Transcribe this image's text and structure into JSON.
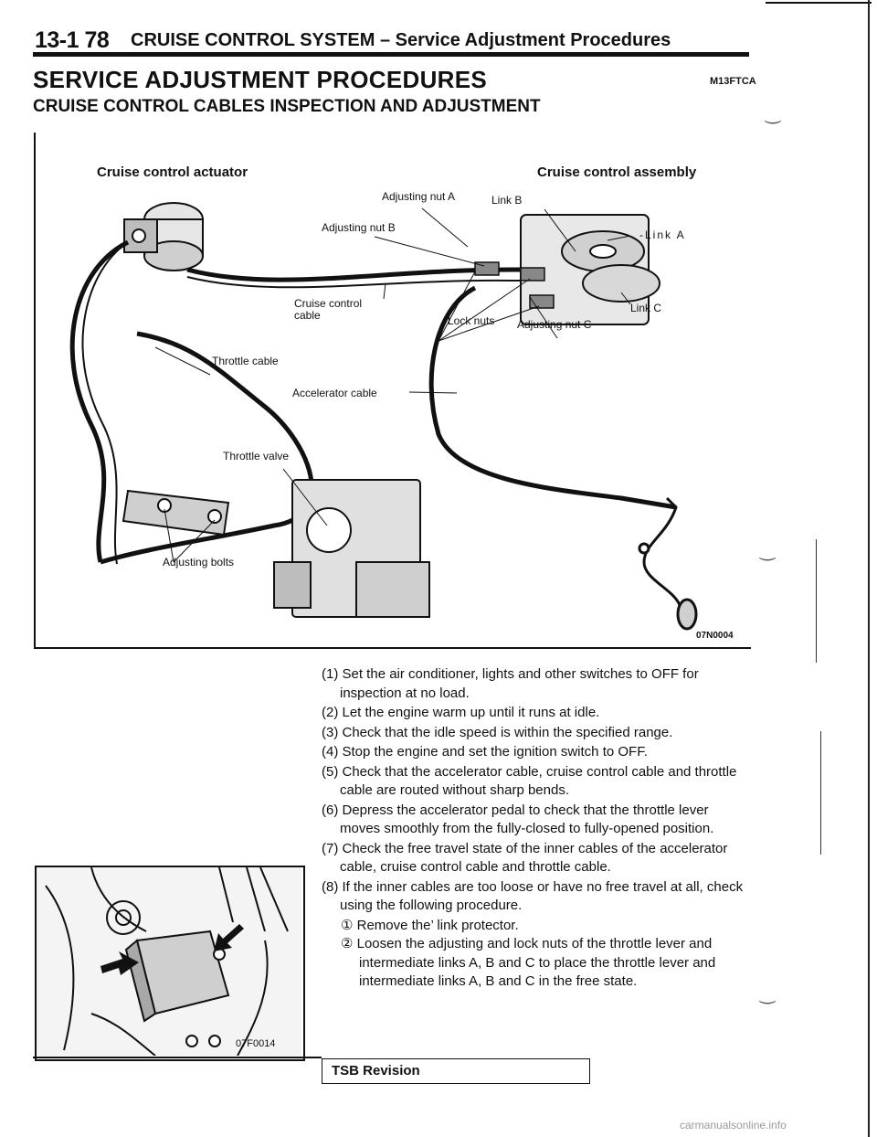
{
  "header": {
    "page_number": "13-1 78",
    "title": "CRUISE CONTROL SYSTEM – Service Adjustment Procedures"
  },
  "section": {
    "title": "SERVICE ADJUSTMENT PROCEDURES",
    "code": "M13FTCA",
    "subtitle": "CRUISE CONTROL CABLES INSPECTION AND ADJUSTMENT"
  },
  "figure": {
    "label_actuator": "Cruise control actuator",
    "label_assembly": "Cruise control assembly",
    "label_nut_a": "Adjusting nut A",
    "label_link_b": "Link B",
    "label_nut_b": "Adjusting nut B",
    "label_link_a": "-Link A",
    "label_cc_cable": "Cruise control\ncable",
    "label_link_c": "Link C",
    "label_lock_nuts": "Lock nuts",
    "label_nut_c": "Adjusting nut C",
    "label_throttle_cable": "Throttle cable",
    "label_accel_cable": "Accelerator cable",
    "label_throttle_valve": "Throttle valve",
    "label_adj_bolts": "Adjusting bolts",
    "code": "07N0004"
  },
  "photo": {
    "code": "07F0014"
  },
  "steps": [
    "(1) Set the air conditioner, lights and other switches to OFF for inspection at no load.",
    "(2) Let the engine warm up until it runs at idle.",
    "(3) Check that the idle speed is within the specified range.",
    "(4) Stop the engine and set the ignition switch to OFF.",
    "(5) Check that the accelerator cable, cruise control cable and throttle cable are routed without sharp bends.",
    "(6) Depress the accelerator pedal to check that the throttle lever moves smoothly from the fully-closed to fully-opened position.",
    "(7) Check the free travel state of the inner cables of the accelerator cable, cruise control cable and throttle cable.",
    "(8) If the inner cables are too loose or have no free travel at all, check using the following procedure."
  ],
  "substeps": [
    "① Remove the’ link protector.",
    "② Loosen the adjusting and lock nuts of the throttle lever and intermediate links A, B and C to place the throttle lever and intermediate links A, B and C in the free state."
  ],
  "footer": {
    "tsb": "TSB Revision",
    "watermark": "carmanualsonline.info"
  }
}
